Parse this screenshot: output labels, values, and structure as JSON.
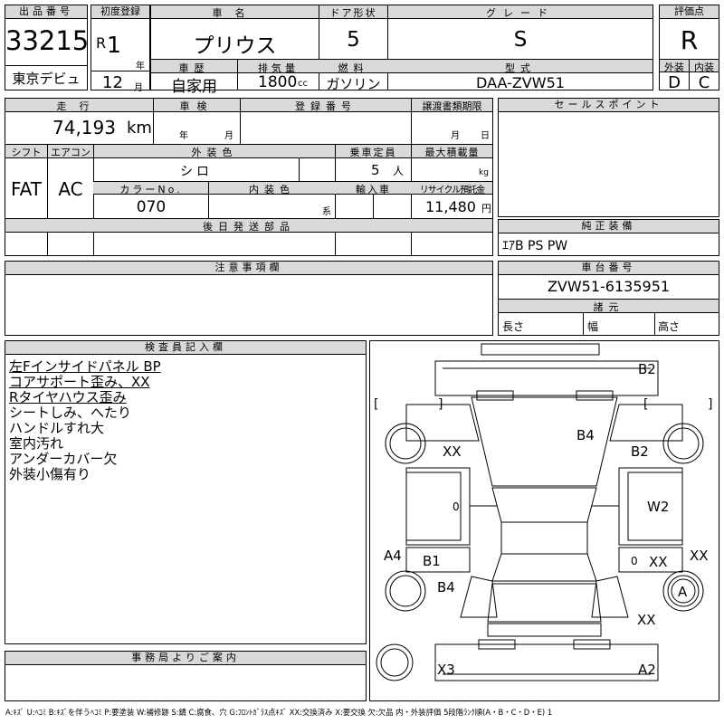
{
  "header": {
    "lot_label": "出品番号",
    "lot_no": "33215",
    "debut_label": "東京デビュ",
    "first_reg_label": "初度登録",
    "era": "R",
    "year_no": "1",
    "year_unit": "年",
    "month_no": "12",
    "month_unit": "月",
    "car_name_label": "車名",
    "car_name": "プリウス",
    "history_label": "車歴",
    "history": "自家用",
    "displacement_label": "排気量",
    "displacement": "1800",
    "displacement_unit": "cc",
    "door_label": "ドア形状",
    "door": "5",
    "fuel_label": "燃料",
    "fuel": "ガソリン",
    "grade_label": "グレード",
    "grade": "S",
    "model_label": "型式",
    "model": "DAA-ZVW51",
    "score_label": "評価点",
    "score": "R",
    "ext_label": "外装",
    "ext": "D",
    "int_label": "内装",
    "int": "C"
  },
  "details": {
    "mileage_label": "走行",
    "mileage": "74,193",
    "mileage_unit": "km",
    "inspection_label": "車検",
    "insp_year_unit": "年",
    "insp_month_unit": "月",
    "reg_no_label": "登録番号",
    "transfer_label": "譲渡書類期限",
    "transfer_month_unit": "月",
    "transfer_day_unit": "日",
    "shift_label": "シフト",
    "shift": "FAT",
    "ac_label": "エアコン",
    "ac": "AC",
    "ext_color_label": "外装色",
    "ext_color": "シロ",
    "capacity_label": "乗車定員",
    "capacity": "5",
    "capacity_unit": "人",
    "load_label": "最大積載量",
    "load_unit": "kg",
    "color_no_label": "カラーNo.",
    "color_no": "070",
    "int_color_label": "内装色",
    "int_color_unit": "系",
    "import_label": "輸入車",
    "recycle_label": "リサイクル預託金",
    "recycle": "11,480",
    "recycle_unit": "円",
    "later_parts_label": "後日発送部品"
  },
  "right_panel": {
    "sales_label": "セールスポイント",
    "equipment_label": "純正装備",
    "equipment": "ｴｱB PS PW",
    "chassis_label": "車台番号",
    "chassis": "ZVW51-6135951",
    "specs_label": "諸元",
    "length_label": "長さ",
    "width_label": "幅",
    "height_label": "高さ"
  },
  "caution_label": "注意事項欄",
  "inspector": {
    "label": "検査員記入欄",
    "notes": [
      "左Fインサイドパネル BP",
      "コアサポート歪み、XX",
      "Rタイヤハウス歪み",
      "シートしみ、へたり",
      "ハンドルすれ大",
      "室内汚れ",
      "アンダーカバー欠",
      "外装小傷有り"
    ]
  },
  "office_label": "事務局よりご案内",
  "diagram": {
    "marks": {
      "b2_top": "B2",
      "b4_hood": "B4",
      "xx_left_fender": "XX",
      "b2_right_fender": "B2",
      "zero_left_front": "0",
      "w2_right_front": "W2",
      "a4_left": "A4",
      "b1_left_rear": "B1",
      "zero_right_rear": "0",
      "xx_right_rear": "XX",
      "xx_right_edge": "XX",
      "b4_left_quarter": "B4",
      "a_right_wheel": "A",
      "xx_right_quarter": "XX",
      "x3_bottom": "X3",
      "a2_bottom": "A2"
    },
    "brackets": [
      "[",
      "]",
      "[",
      "]"
    ]
  },
  "legend": "A:ｷｽﾞ U:ﾍｺﾐ B:ｷｽﾞを伴うﾍｺﾐ P:要塗装 W:補修跡 S:錆 C:腐食、穴 G:ﾌﾛﾝﾄｶﾞﾗｽ点ｷｽﾞ XX:交換済み X:要交換 欠:欠品 内・外装評価 5段階ﾗﾝｸ順(A・B・C・D・E) 1"
}
